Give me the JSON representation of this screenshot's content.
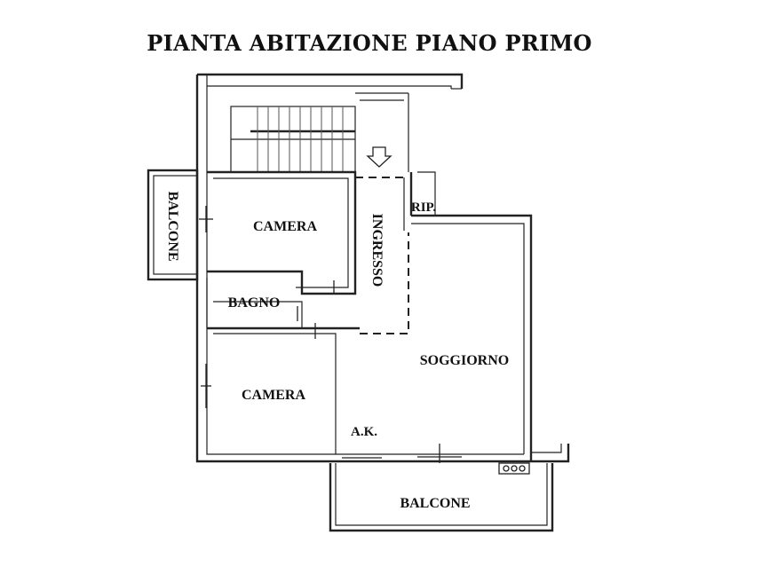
{
  "title": "PIANTA ABITAZIONE PIANO PRIMO",
  "rooms": {
    "camera_top": "CAMERA",
    "camera_bottom": "CAMERA",
    "bagno": "BAGNO",
    "ingresso": "INGRESSO",
    "ripostiglio": "RIP.",
    "soggiorno": "SOGGIORNO",
    "angolo_cottura": "A.K.",
    "balcone_side": "BALCONE",
    "balcone_bottom": "BALCONE"
  }
}
